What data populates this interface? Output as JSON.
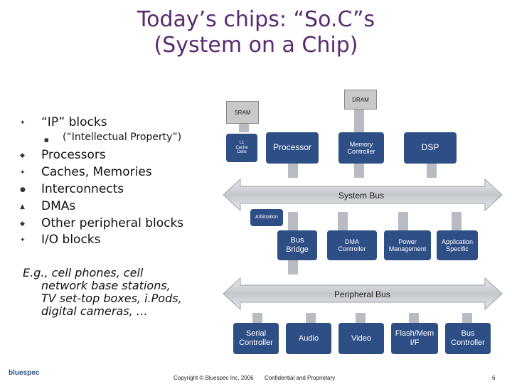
{
  "slide": {
    "title_line1": "Today’s chips: “So.C”s",
    "title_line2": "(System on a Chip)"
  },
  "bullets": {
    "ip_blocks": "“IP” blocks",
    "ip_sub": "(“Intellectual Property”)",
    "items": [
      "Processors",
      "Caches, Memories",
      "Interconnects",
      "DMAs",
      "Other peripheral blocks",
      "I/O blocks"
    ]
  },
  "example": {
    "lines": [
      "E.g., cell phones, cell",
      "network base stations,",
      "TV set-top boxes, i.Pods,",
      "digital cameras, …"
    ]
  },
  "diagram": {
    "sram": "SRAM",
    "dram": "DRAM",
    "cache_line1": "L1",
    "cache_line2": "Cache",
    "cache_line3": "Cells",
    "processor": "Processor",
    "memory_controller_1": "Memory",
    "memory_controller_2": "Controller",
    "dsp": "DSP",
    "system_bus": "System Bus",
    "arbitration": "Arbitration",
    "bus_bridge_1": "Bus",
    "bus_bridge_2": "Bridge",
    "dma_1": "DMA",
    "dma_2": "Controller",
    "power_1": "Power",
    "power_2": "Management",
    "app_1": "Application",
    "app_2": "Specific",
    "peripheral_bus": "Peripheral Bus",
    "serial_1": "Serial",
    "serial_2": "Controller",
    "audio": "Audio",
    "video": "Video",
    "flash_1": "Flash/Mem",
    "flash_2": "I/F",
    "busctl_1": "Bus",
    "busctl_2": "Controller"
  },
  "footer": {
    "logo": "bluespec",
    "copyright": "Copyright © Bluespec Inc. 2006",
    "confidential": "Confidential and Proprietary",
    "page": "6"
  },
  "colors": {
    "title": "#5a2a6e",
    "block": "#2e4f86",
    "bus": "#cfd3d8"
  }
}
